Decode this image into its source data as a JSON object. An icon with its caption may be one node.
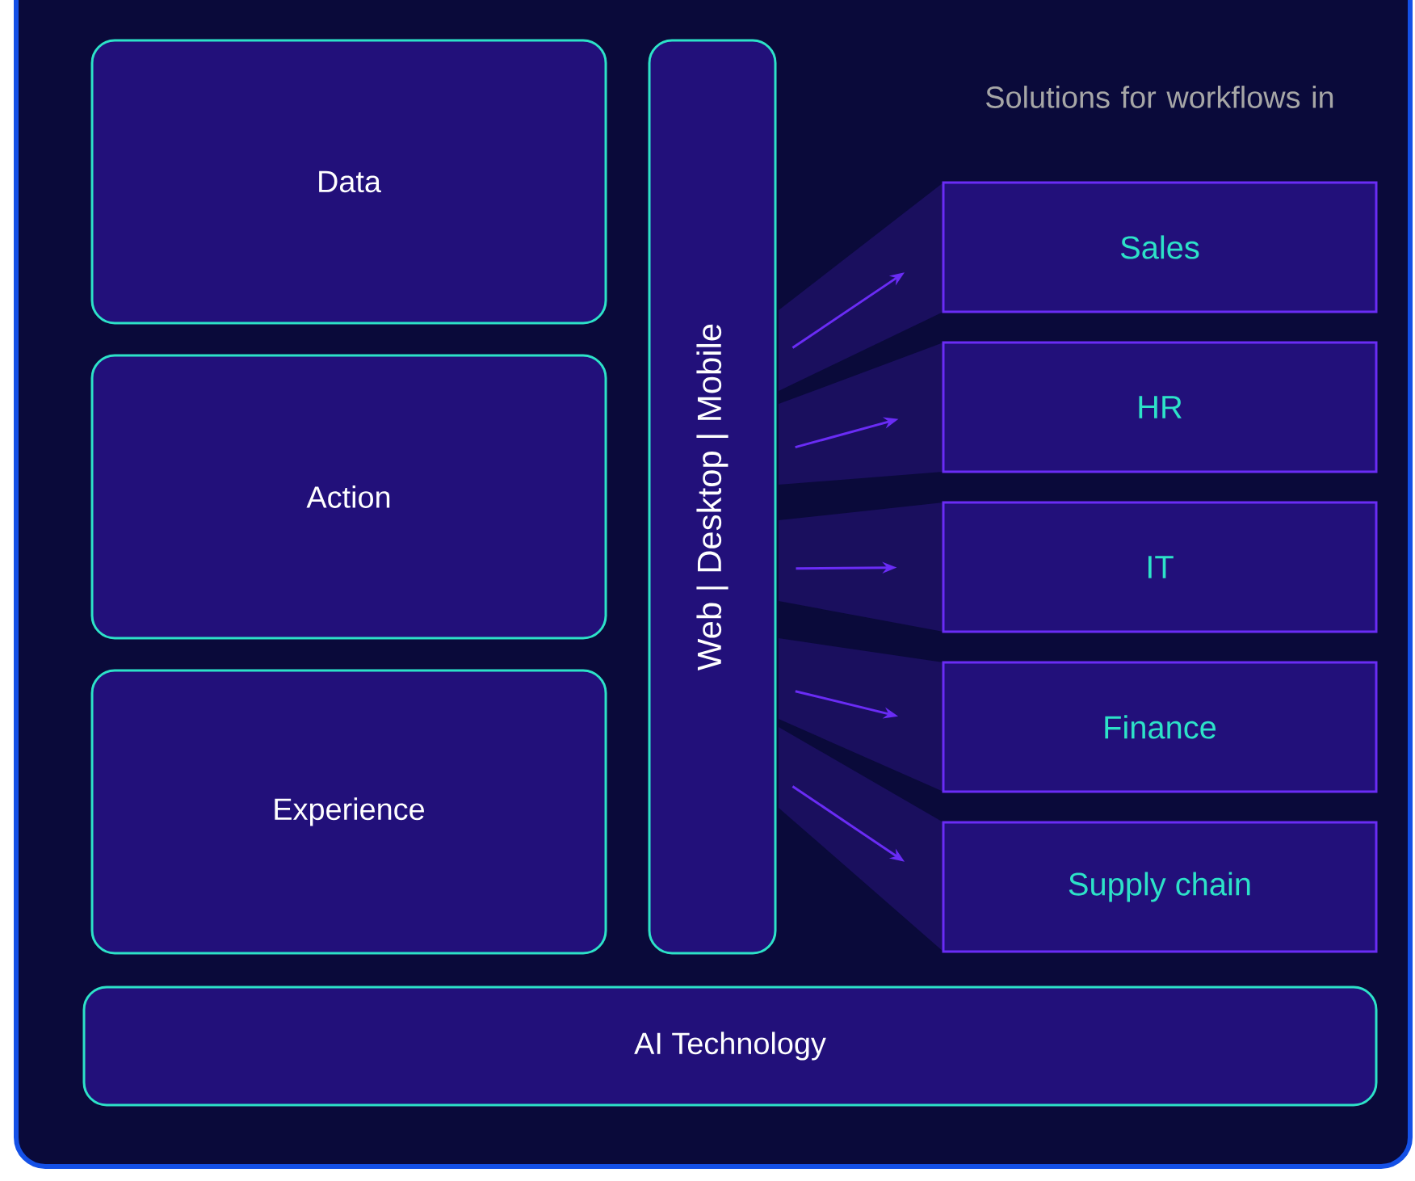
{
  "diagram": {
    "nodes": [
      {
        "text": [
          "Data"
        ]
      },
      {
        "text": [
          "Action"
        ]
      },
      {
        "text": [
          "Experience"
        ]
      },
      {
        "text": [
          "Web | Desktop | Mobile"
        ]
      },
      {
        "text": [
          "Sales"
        ]
      },
      {
        "text": [
          "HR"
        ]
      },
      {
        "text": [
          "IT"
        ]
      },
      {
        "text": [
          "Finance"
        ]
      },
      {
        "text": [
          "Supply chain"
        ]
      },
      {
        "text": [
          "AI Technology"
        ]
      }
    ],
    "edges": [
      {
        "from": 3,
        "to": 4,
        "arrow": "to"
      },
      {
        "from": 3,
        "to": 5,
        "arrow": "to"
      },
      {
        "from": 3,
        "to": 6,
        "arrow": "to"
      },
      {
        "from": 3,
        "to": 7,
        "arrow": "to"
      },
      {
        "from": 3,
        "to": 8,
        "arrow": "to"
      }
    ],
    "labels": [
      "Solutions for workflows in"
    ]
  }
}
